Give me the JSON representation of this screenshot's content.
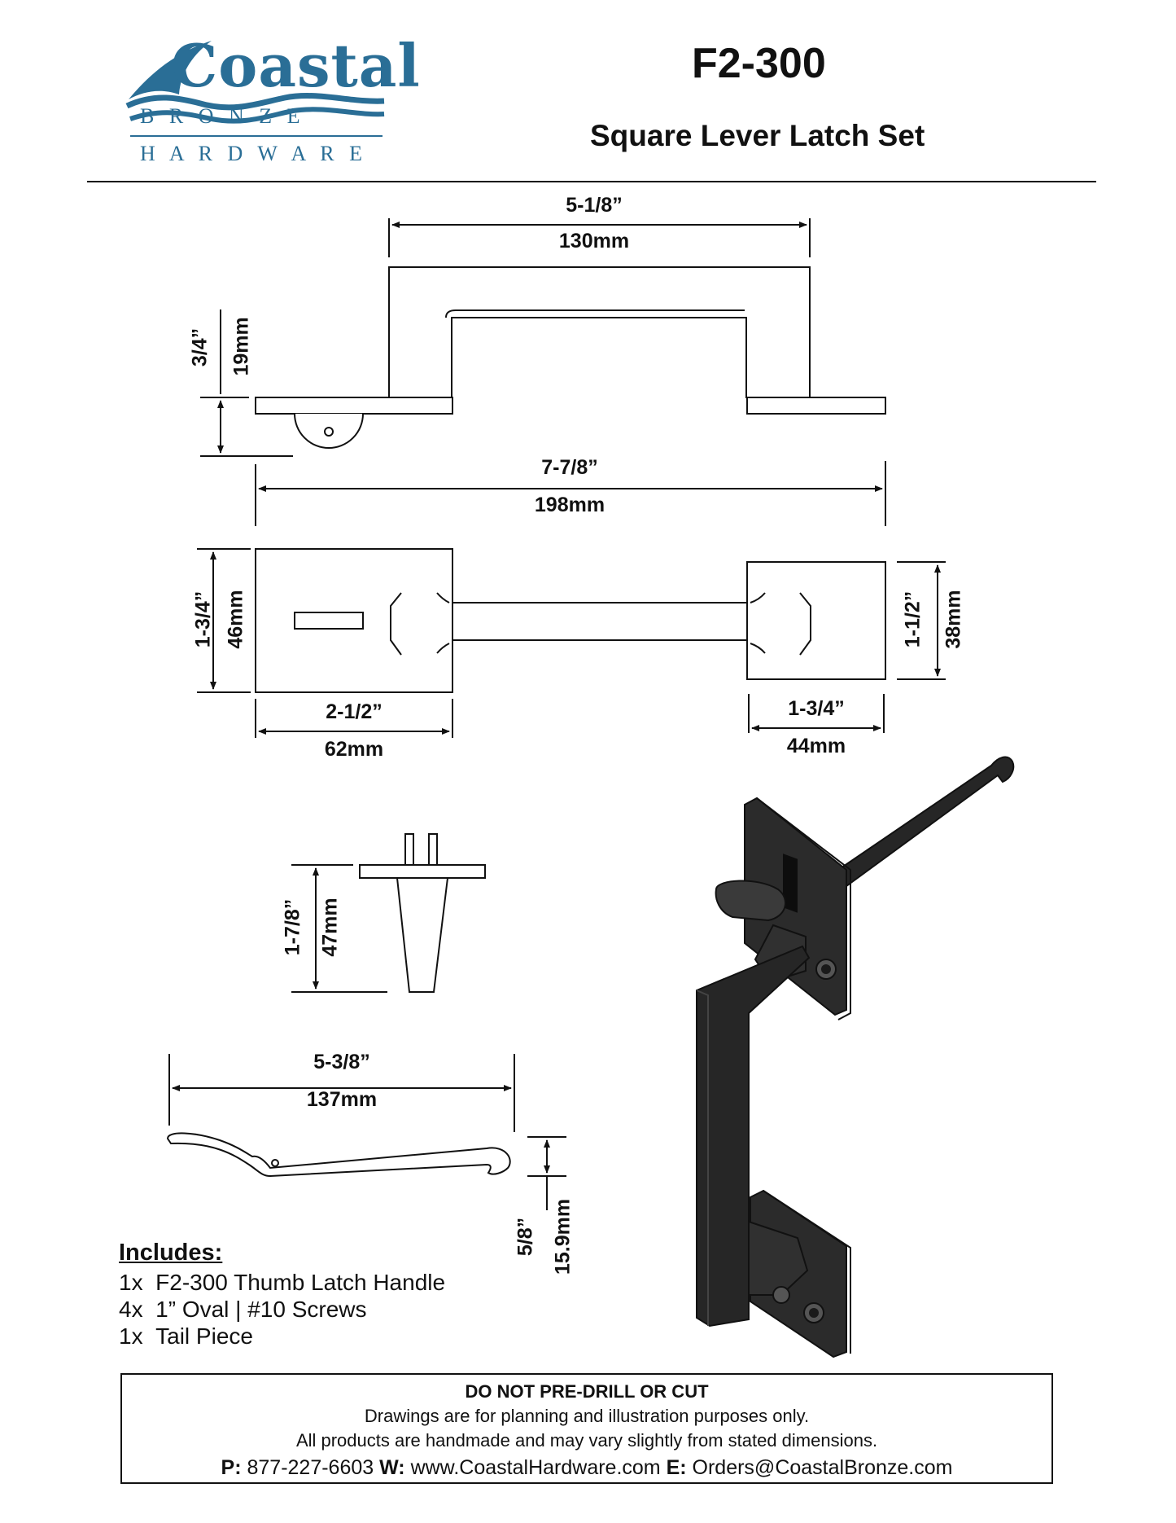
{
  "brand": {
    "name": "Coastal",
    "line1": "B R O N Z E",
    "line2": "H A R D W A R E",
    "color": "#2a6e96"
  },
  "product": {
    "model": "F2-300",
    "title": "Square Lever Latch Set"
  },
  "dimensions": {
    "handle_width_in": "5-1/8”",
    "handle_width_mm": "130mm",
    "handle_depth_in": "3/4”",
    "handle_depth_mm": "19mm",
    "overall_in": "7-7/8”",
    "overall_mm": "198mm",
    "top_plate_h_in": "1-3/4”",
    "top_plate_h_mm": "46mm",
    "top_plate_w_in": "2-1/2”",
    "top_plate_w_mm": "62mm",
    "bottom_plate_h_in": "1-1/2”",
    "bottom_plate_h_mm": "38mm",
    "bottom_plate_w_in": "1-3/4”",
    "bottom_plate_w_mm": "44mm",
    "thumb_h_in": "1-7/8”",
    "thumb_h_mm": "47mm",
    "lever_len_in": "5-3/8”",
    "lever_len_mm": "137mm",
    "lever_h_in": "5/8”",
    "lever_h_mm": "15.9mm"
  },
  "includes": {
    "title": "Includes:",
    "items": [
      {
        "qty": "1x",
        "desc": "F2-300 Thumb Latch Handle"
      },
      {
        "qty": "4x",
        "desc": "1” Oval | #10 Screws"
      },
      {
        "qty": "1x",
        "desc": "Tail Piece"
      }
    ]
  },
  "footer": {
    "warning": "DO NOT PRE-DRILL OR CUT",
    "note1": "Drawings are for planning and illustration purposes only.",
    "note2": "All products are handmade and may vary slightly from stated dimensions.",
    "phone_label": "P:",
    "phone": "877-227-6603",
    "web_label": "W:",
    "web": "www.CoastalHardware.com",
    "email_label": "E:",
    "email": "Orders@CoastalBronze.com"
  }
}
